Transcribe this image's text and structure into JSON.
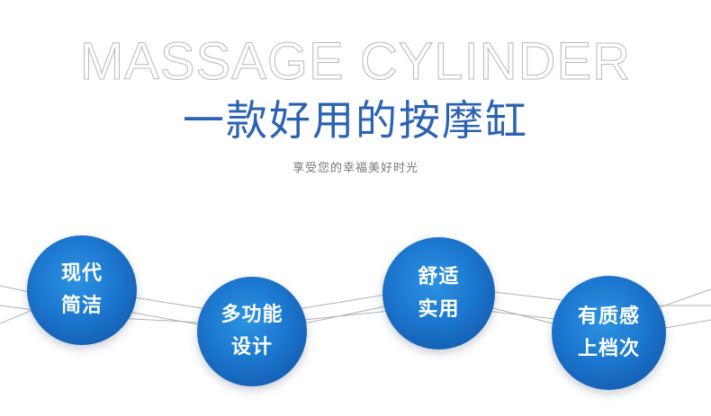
{
  "header": {
    "en_title": "MASSAGE CYLINDER",
    "cn_title": "一款好用的按摩缸",
    "subtitle": "享受您的幸福美好时光"
  },
  "features": [
    {
      "line1": "现代",
      "line2": "简洁"
    },
    {
      "line1": "多功能",
      "line2": "设计"
    },
    {
      "line1": "舒适",
      "line2": "实用"
    },
    {
      "line1": "有质感",
      "line2": "上档次"
    }
  ],
  "colors": {
    "title_blue": "#2a63b3",
    "circle_blue": "#1c77cf",
    "line_gray": "#b0b0b0",
    "subtitle_gray": "#777777"
  }
}
